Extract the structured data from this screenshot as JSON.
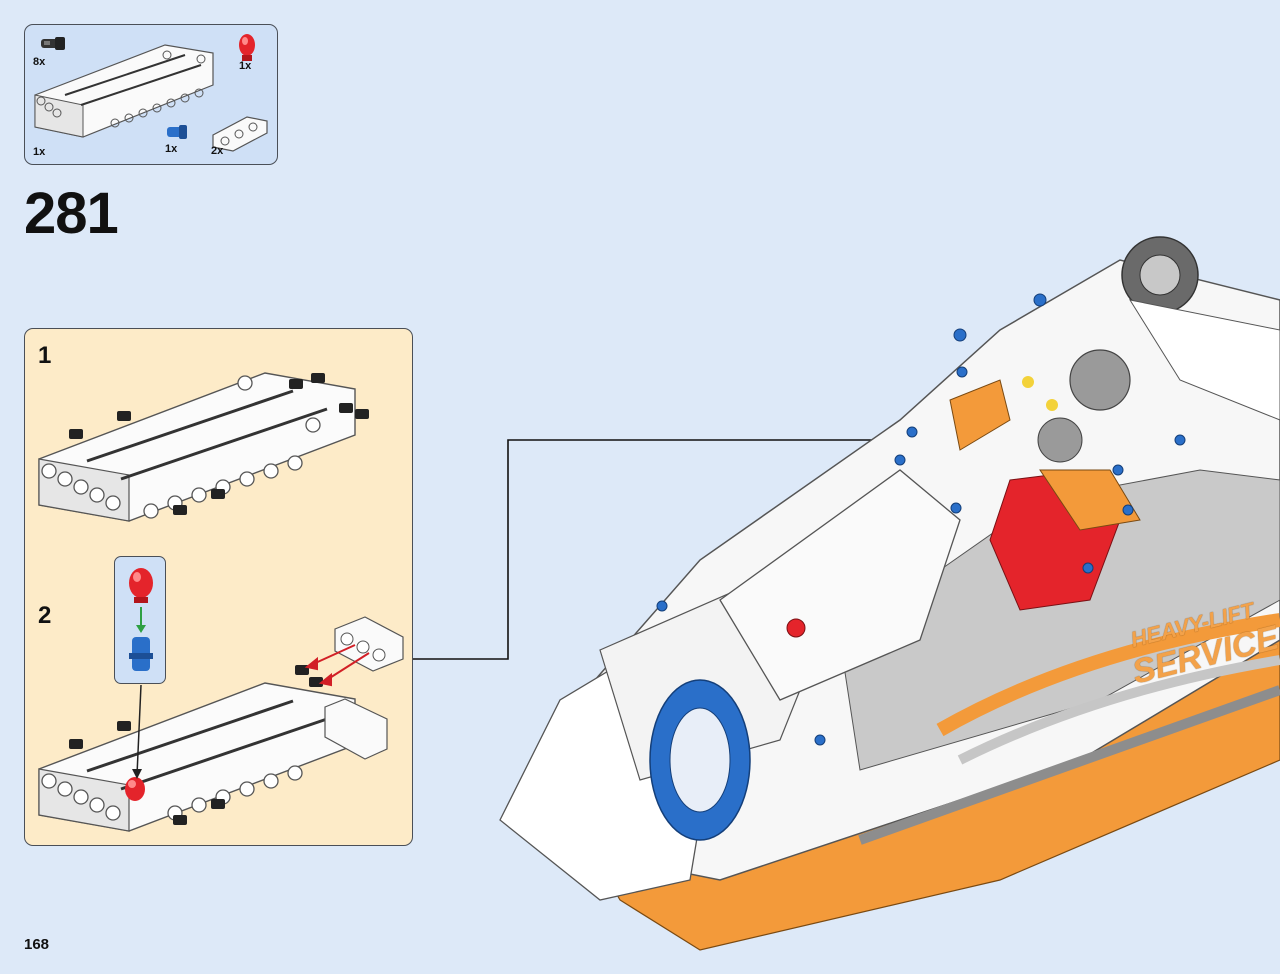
{
  "step": {
    "number": "281"
  },
  "parts_list": {
    "items": [
      {
        "id": "pin",
        "qty": "8x",
        "icon": "black-pin-icon"
      },
      {
        "id": "red-cap",
        "qty": "1x",
        "icon": "red-light-cap-icon"
      },
      {
        "id": "panel",
        "qty": "1x",
        "icon": "white-panel-icon"
      },
      {
        "id": "blue-pin",
        "qty": "1x",
        "icon": "blue-pin-icon"
      },
      {
        "id": "beam",
        "qty": "2x",
        "icon": "white-beam-icon"
      }
    ]
  },
  "substeps": [
    {
      "label": "1"
    },
    {
      "label": "2"
    }
  ],
  "model": {
    "decal_text_line1": "HEAVY-LIFT",
    "decal_text_line2": "SERVICE"
  },
  "page": {
    "number": "168"
  },
  "colors": {
    "background": "#dde9f8",
    "parts_box": "#cfe0f6",
    "substep_box": "#fdebc8",
    "accent_orange": "#f39a3a",
    "accent_red": "#e4242b",
    "accent_blue": "#2a6fc9"
  }
}
